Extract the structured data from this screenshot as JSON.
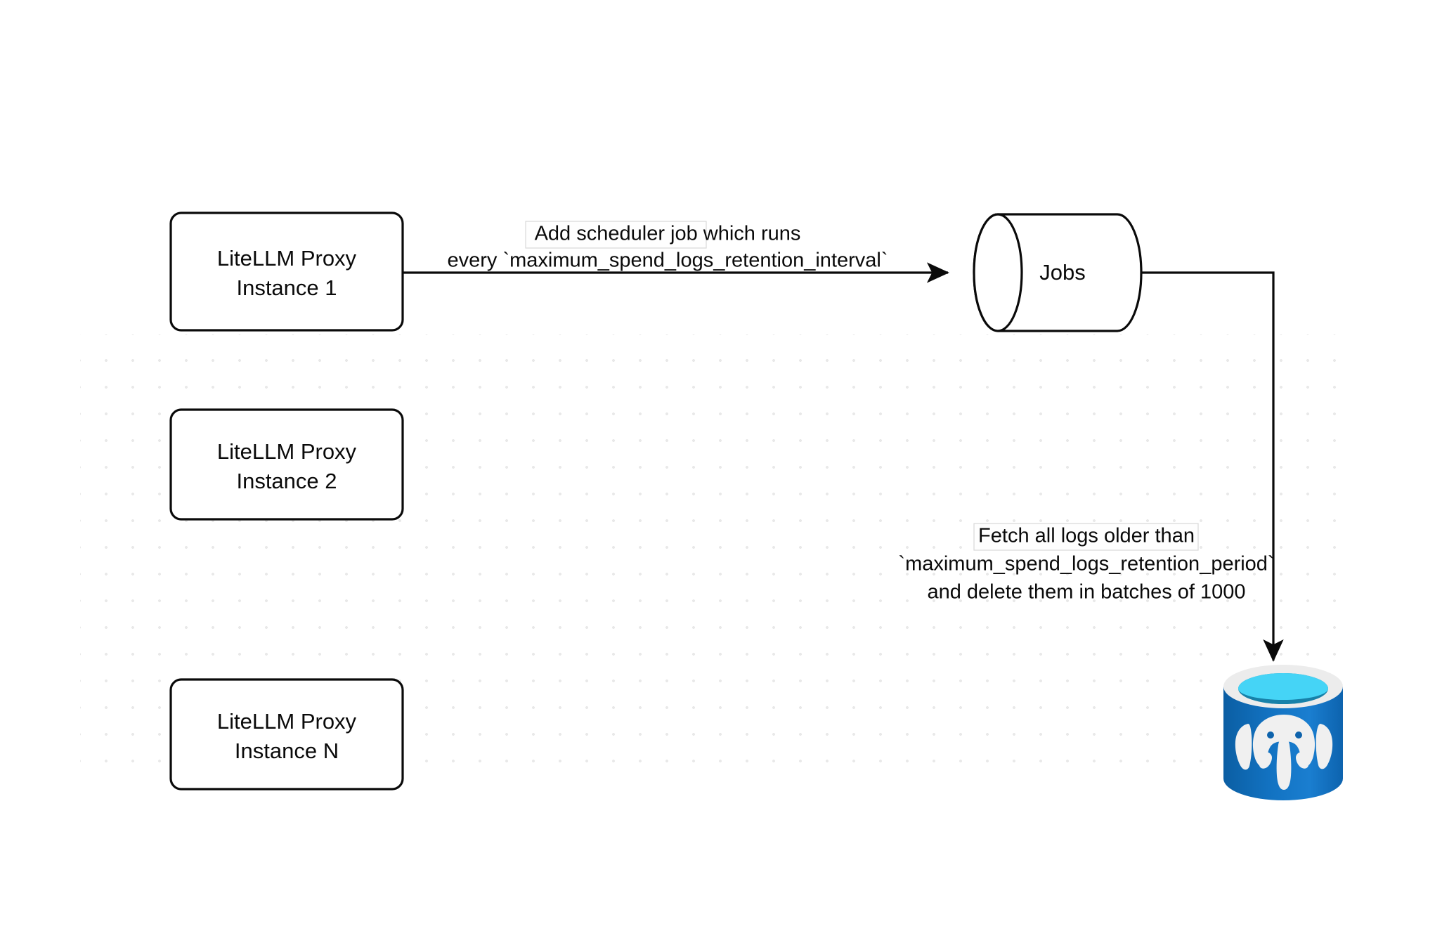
{
  "diagram": {
    "title": "LiteLLM Proxy spend logs retention scheduler flow",
    "background_color": "#ffffff",
    "grid_dot_color": "#e9e9e9",
    "stroke_color": "#0a0a0a",
    "nodes": [
      {
        "id": "instance-1",
        "type": "rounded-rect",
        "line1": "LiteLLM Proxy",
        "line2": "Instance 1"
      },
      {
        "id": "instance-2",
        "type": "rounded-rect",
        "line1": "LiteLLM Proxy",
        "line2": "Instance 2"
      },
      {
        "id": "instance-n",
        "type": "rounded-rect",
        "line1": "LiteLLM Proxy",
        "line2": "Instance N"
      },
      {
        "id": "jobs",
        "type": "cylinder",
        "label": "Jobs"
      },
      {
        "id": "postgres",
        "type": "database-icon",
        "icon": "postgresql-database-icon",
        "label": ""
      }
    ],
    "edges": [
      {
        "id": "edge-scheduler",
        "from": "instance-1",
        "to": "jobs",
        "lines": [
          "Add scheduler job which runs",
          "every `maximum_spend_logs_retention_interval`"
        ]
      },
      {
        "id": "edge-delete",
        "from": "jobs",
        "to": "postgres",
        "lines": [
          "Fetch all logs older than",
          "`maximum_spend_logs_retention_period`",
          "and delete them in batches of 1000"
        ]
      }
    ],
    "postgres_colors": {
      "body": "#0e63ac",
      "body_light": "#1a78c8",
      "rim": "#eaeaea",
      "top_cyan": "#45d4f6",
      "top_teal": "#1781a9",
      "elephant": "#f0f0f0"
    }
  }
}
